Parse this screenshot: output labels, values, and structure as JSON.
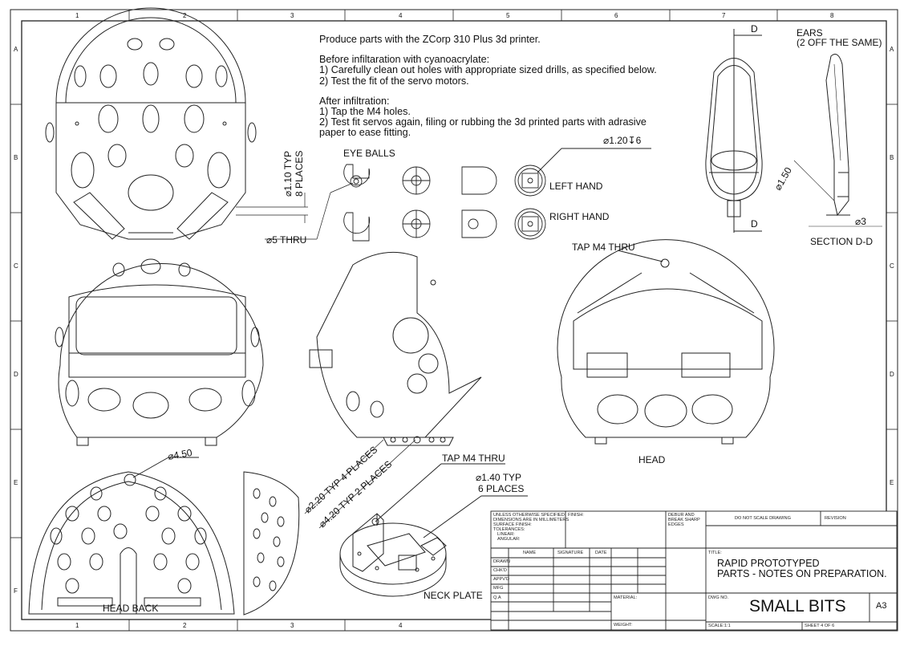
{
  "zones": {
    "columns": [
      "1",
      "2",
      "3",
      "4",
      "5",
      "6",
      "7",
      "8"
    ],
    "rows": [
      "A",
      "B",
      "C",
      "D",
      "E",
      "F"
    ]
  },
  "notes": {
    "line1": "Produce parts with the ZCorp 310 Plus 3d printer.",
    "before_heading": "Before infiltaration with cyanoacrylate:",
    "before_1": "1) Carefully clean out holes with appropriate sized drills, as specified below.",
    "before_2": "2) Test the fit of the servo motors.",
    "after_heading": "After infiltration:",
    "after_1": "1) Tap the M4 holes.",
    "after_2": "2) Test fit servos again, filing or rubbing the 3d printed parts with adrasive",
    "after_2b": "paper to ease fitting."
  },
  "labels": {
    "eye_balls": "EYE BALLS",
    "left_hand": "LEFT HAND",
    "right_hand": "RIGHT HAND",
    "head": "HEAD",
    "head_back": "HEAD BACK",
    "neck_plate": "NECK PLATE",
    "tap_m4_head": "TAP M4 THRU",
    "tap_m4_neck": "TAP M4 THRU",
    "ears_1": "EARS",
    "ears_2": "(2 OFF THE SAME)",
    "section": "SECTION D-D",
    "d_top": "D",
    "d_bottom": "D"
  },
  "dimensions": {
    "hole_120": "⌀1.20↧6",
    "typ_110": "⌀1.10 TYP",
    "places_8": "8 PLACES",
    "thru_5": "⌀5 THRU",
    "dia_450": "⌀4.50",
    "typ_220": "⌀2.20 TYP 4 PLACES",
    "typ_420": "⌀4.20 TYP 2 PLACES",
    "typ_140": "⌀1.40 TYP",
    "places_6": "6 PLACES",
    "dia_150": "⌀1.50",
    "dia_3": "⌀3"
  },
  "title_block": {
    "unless": "UNLESS OTHERWISE SPECIFIED:",
    "dims": "DIMENSIONS ARE IN MILLIMETERS",
    "surface": "SURFACE FINISH:",
    "tolerances": "TOLERANCES:",
    "linear": "LINEAR:",
    "angular": "ANGULAR:",
    "finish": "FINISH:",
    "deburr_1": "DEBUR AND",
    "deburr_2": "BREAK SHARP",
    "deburr_3": "EDGES",
    "do_not_scale": "DO NOT SCALE DRAWING",
    "revision": "REVISION",
    "col_name": "NAME",
    "col_signature": "SIGNATURE",
    "col_date": "DATE",
    "rows": [
      "DRAWN",
      "CHK'D",
      "APPV'D",
      "MFG",
      "Q.A"
    ],
    "title_label": "TITLE:",
    "title_1": "RAPID PROTOTYPED",
    "title_2": "PARTS - NOTES ON PREPARATION.",
    "material": "MATERIAL:",
    "dwg_no_label": "DWG NO.",
    "dwg_no": "SMALL BITS",
    "size": "A3",
    "weight": "WEIGHT:",
    "scale": "SCALE:1:1",
    "sheet": "SHEET 4 OF 6"
  }
}
